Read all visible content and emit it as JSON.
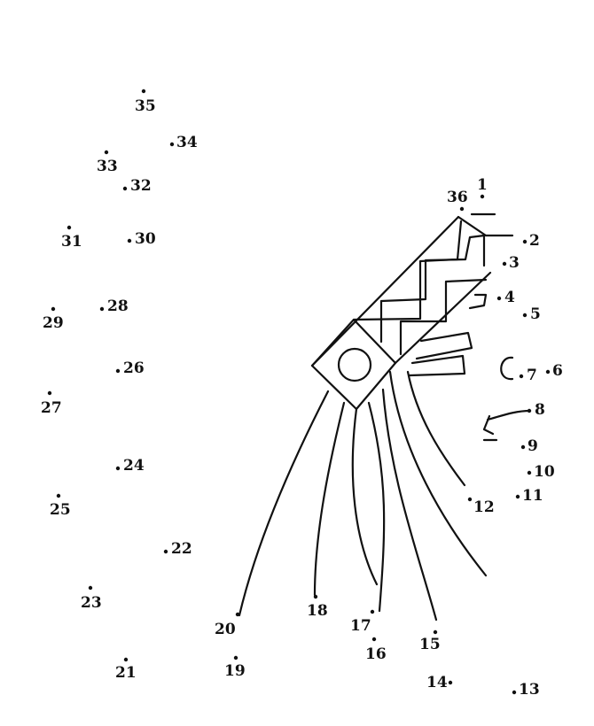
{
  "puzzle": {
    "type": "connect-the-dots",
    "dots": [
      {
        "n": "1"
      },
      {
        "n": "2"
      },
      {
        "n": "3"
      },
      {
        "n": "4"
      },
      {
        "n": "5"
      },
      {
        "n": "6"
      },
      {
        "n": "7"
      },
      {
        "n": "8"
      },
      {
        "n": "9"
      },
      {
        "n": "10"
      },
      {
        "n": "11"
      },
      {
        "n": "12"
      },
      {
        "n": "13"
      },
      {
        "n": "14"
      },
      {
        "n": "15"
      },
      {
        "n": "16"
      },
      {
        "n": "17"
      },
      {
        "n": "18"
      },
      {
        "n": "19"
      },
      {
        "n": "20"
      },
      {
        "n": "21"
      },
      {
        "n": "22"
      },
      {
        "n": "23"
      },
      {
        "n": "24"
      },
      {
        "n": "25"
      },
      {
        "n": "26"
      },
      {
        "n": "27"
      },
      {
        "n": "28"
      },
      {
        "n": "29"
      },
      {
        "n": "30"
      },
      {
        "n": "31"
      },
      {
        "n": "32"
      },
      {
        "n": "33"
      },
      {
        "n": "34"
      },
      {
        "n": "35"
      },
      {
        "n": "36"
      }
    ],
    "ink_color": "#111111",
    "background_color": "#ffffff"
  }
}
